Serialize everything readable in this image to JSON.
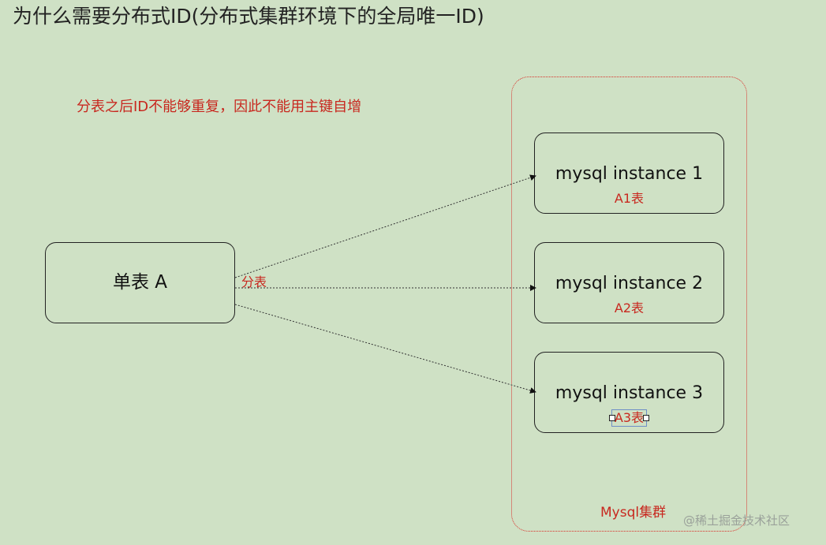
{
  "title": "为什么需要分布式ID(分布式集群环境下的全局唯一ID)",
  "note": "分表之后ID不能够重复，因此不能用主键自增",
  "source_table": {
    "label": "单表 A"
  },
  "split_label": "分表",
  "cluster": {
    "label": "Mysql集群",
    "instances": [
      {
        "name": "mysql instance 1",
        "table": "A1表"
      },
      {
        "name": "mysql instance 2",
        "table": "A2表"
      },
      {
        "name": "mysql instance 3",
        "table": "A3表",
        "selected": true
      }
    ]
  },
  "watermark": "@稀土掘金技术社区",
  "colors": {
    "background": "#cfe1c5",
    "accent_red": "#c8281f",
    "text": "#111111"
  }
}
